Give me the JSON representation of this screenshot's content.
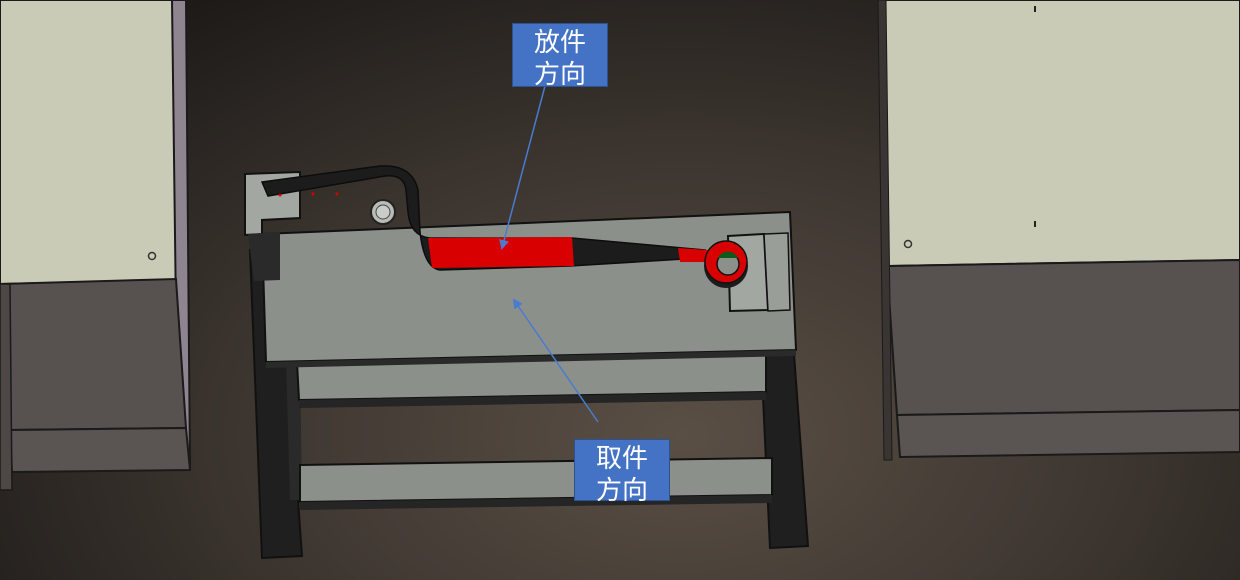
{
  "diagram": {
    "subject": "CAD model of part fixture table with bent red workpiece",
    "colors": {
      "callout_fill": "#4472c4",
      "callout_text": "#ffffff",
      "arrow": "#4a7bd0",
      "workpiece": "#d80000",
      "table_top": "#8c908b",
      "frame": "#1f1f1f",
      "cabinet_top": "#c9cbb6",
      "cabinet_body": "#57524f"
    },
    "callouts": [
      {
        "id": "place",
        "line1": "放件",
        "line2": "方向",
        "meaning": "placing direction"
      },
      {
        "id": "pick",
        "line1": "取件",
        "line2": "方向",
        "meaning": "picking direction"
      }
    ]
  }
}
